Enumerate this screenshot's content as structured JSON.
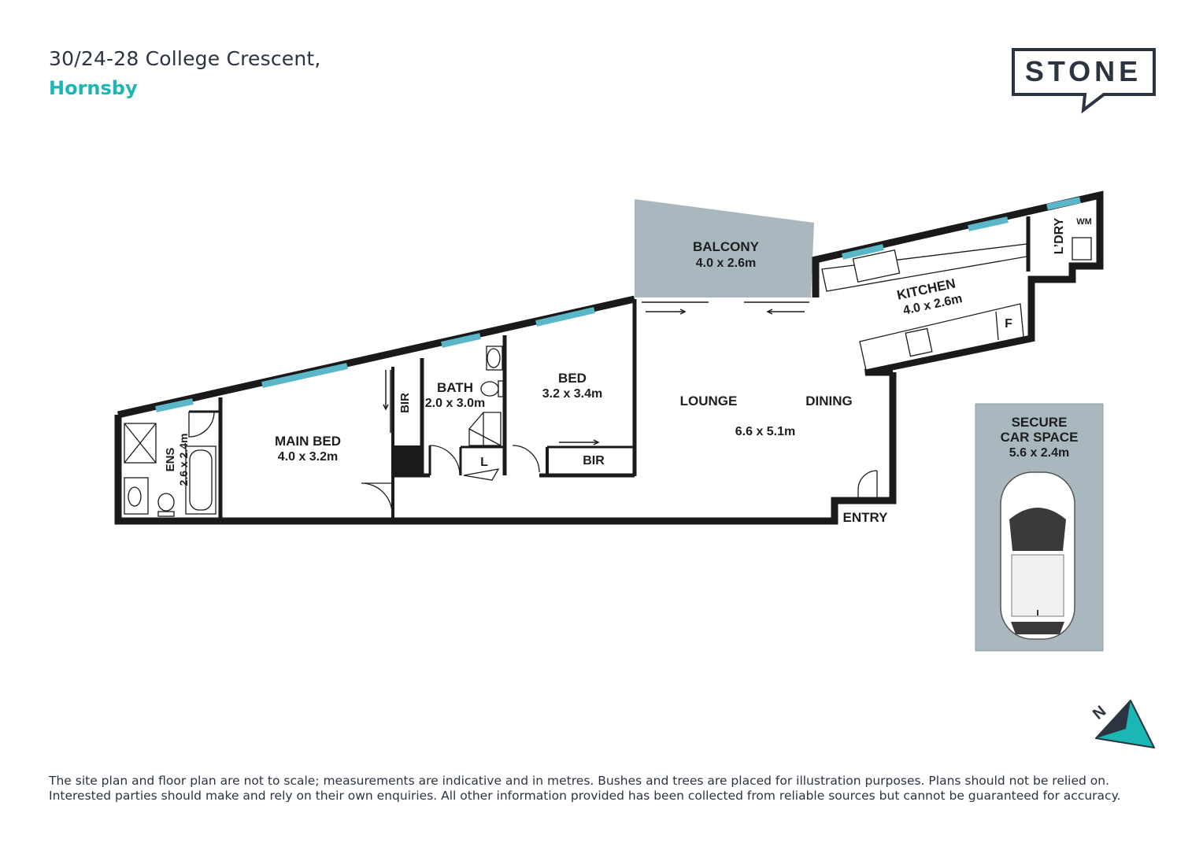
{
  "header": {
    "address_line1": "30/24-28 College Crescent,",
    "address_line2": "Hornsby"
  },
  "brand": {
    "logo_text": "STONE",
    "colors": {
      "dark": "#2b3440",
      "accent": "#1bb7b5",
      "balcony": "#a9b8bf",
      "window": "#5bb6c9"
    }
  },
  "rooms": {
    "balcony": {
      "name": "BALCONY",
      "size": "4.0 x 2.6m"
    },
    "kitchen": {
      "name": "KITCHEN",
      "size": "4.0 x 2.6m"
    },
    "laundry": {
      "name": "L’DRY"
    },
    "washing_machine": {
      "label": "WM"
    },
    "fridge": {
      "label": "F"
    },
    "bed": {
      "name": "BED",
      "size": "3.2 x 3.4m"
    },
    "bath": {
      "name": "BATH",
      "size": "2.0 x 3.0m"
    },
    "main_bed": {
      "name": "MAIN BED",
      "size": "4.0 x 3.2m"
    },
    "ensuite": {
      "name": "ENS",
      "size": "2.6 x 2.4m"
    },
    "bir_main": {
      "label": "BIR"
    },
    "bir_bed": {
      "label": "BIR"
    },
    "linen": {
      "label": "L"
    },
    "lounge": {
      "name": "LOUNGE"
    },
    "dining": {
      "name": "DINING"
    },
    "living_size": "6.6 x 5.1m",
    "entry": {
      "name": "ENTRY"
    },
    "car_space": {
      "line1": "SECURE",
      "line2": "CAR SPACE",
      "size": "5.6 x 2.4m"
    }
  },
  "compass": {
    "label": "N"
  },
  "disclaimer": {
    "line1": "The site plan and floor plan are not to scale; measurements are indicative and in metres. Bushes and trees are placed for illustration purposes. Plans should not be relied on.",
    "line2": "Interested parties should make and rely on their own enquiries. All other information provided has been collected from reliable sources but cannot be guaranteed for accuracy."
  }
}
